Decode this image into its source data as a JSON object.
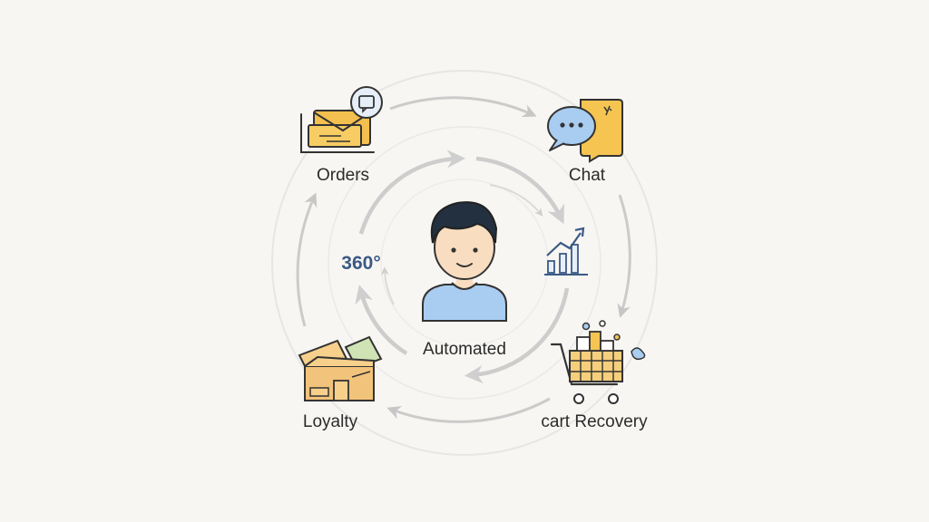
{
  "diagram": {
    "center": {
      "label": "Automated",
      "icon": "person-icon"
    },
    "inner_left": {
      "label": "360°"
    },
    "inner_right": {
      "icon": "growth-chart-icon"
    },
    "nodes": [
      {
        "id": "orders",
        "label": "Orders",
        "icon": "orders-envelope-icon"
      },
      {
        "id": "chat",
        "label": "Chat",
        "icon": "chat-bubbles-icon"
      },
      {
        "id": "cart",
        "label": "cart Recovery",
        "icon": "shopping-cart-icon"
      },
      {
        "id": "loyalty",
        "label": "Loyalty",
        "icon": "gift-box-icon"
      }
    ],
    "colors": {
      "background": "#f8f6f2",
      "ring": "#d7d7d7",
      "arrow": "#c9c9c9",
      "accent_yellow": "#f5c451",
      "accent_blue": "#a9cdf0",
      "navy": "#3b5a86"
    }
  }
}
